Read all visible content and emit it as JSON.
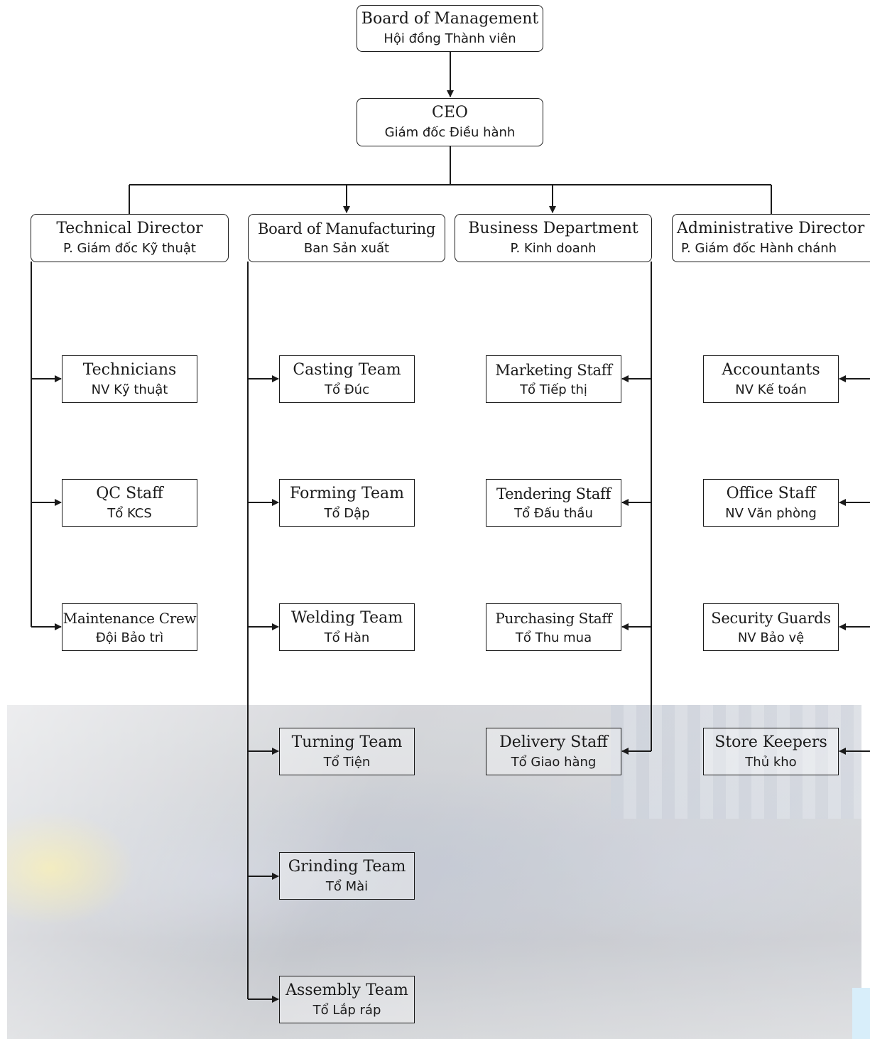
{
  "top": {
    "board": {
      "en": "Board of Management",
      "vi": "Hội đồng Thành viên"
    },
    "ceo": {
      "en": "CEO",
      "vi": "Giám đốc Điều hành"
    }
  },
  "departments": {
    "technical": {
      "en": "Technical Director",
      "vi": "P. Giám đốc Kỹ thuật",
      "teams": [
        {
          "en": "Technicians",
          "vi": "NV Kỹ thuật"
        },
        {
          "en": "QC Staff",
          "vi": "Tổ KCS"
        },
        {
          "en": "Maintenance Crew",
          "vi": "Đội Bảo trì"
        }
      ]
    },
    "manufacturing": {
      "en": "Board of Manufacturing",
      "vi": "Ban Sản xuất",
      "teams": [
        {
          "en": "Casting Team",
          "vi": "Tổ Đúc"
        },
        {
          "en": "Forming Team",
          "vi": "Tổ Dập"
        },
        {
          "en": "Welding Team",
          "vi": "Tổ Hàn"
        },
        {
          "en": "Turning Team",
          "vi": "Tổ Tiện"
        },
        {
          "en": "Grinding Team",
          "vi": "Tổ Mài"
        },
        {
          "en": "Assembly Team",
          "vi": "Tổ Lắp ráp"
        }
      ]
    },
    "business": {
      "en": "Business Department",
      "vi": "P. Kinh doanh",
      "teams": [
        {
          "en": "Marketing Staff",
          "vi": "Tổ Tiếp thị"
        },
        {
          "en": "Tendering Staff",
          "vi": "Tổ Đấu thầu"
        },
        {
          "en": "Purchasing Staff",
          "vi": "Tổ Thu mua"
        },
        {
          "en": "Delivery Staff",
          "vi": "Tổ Giao hàng"
        }
      ]
    },
    "administrative": {
      "en": "Administrative Director",
      "vi": "P. Giám đốc Hành chánh",
      "teams": [
        {
          "en": "Accountants",
          "vi": "NV Kế toán"
        },
        {
          "en": "Office Staff",
          "vi": "NV Văn phòng"
        },
        {
          "en": "Security Guards",
          "vi": "NV Bảo vệ"
        },
        {
          "en": "Store Keepers",
          "vi": "Thủ kho"
        }
      ]
    }
  }
}
